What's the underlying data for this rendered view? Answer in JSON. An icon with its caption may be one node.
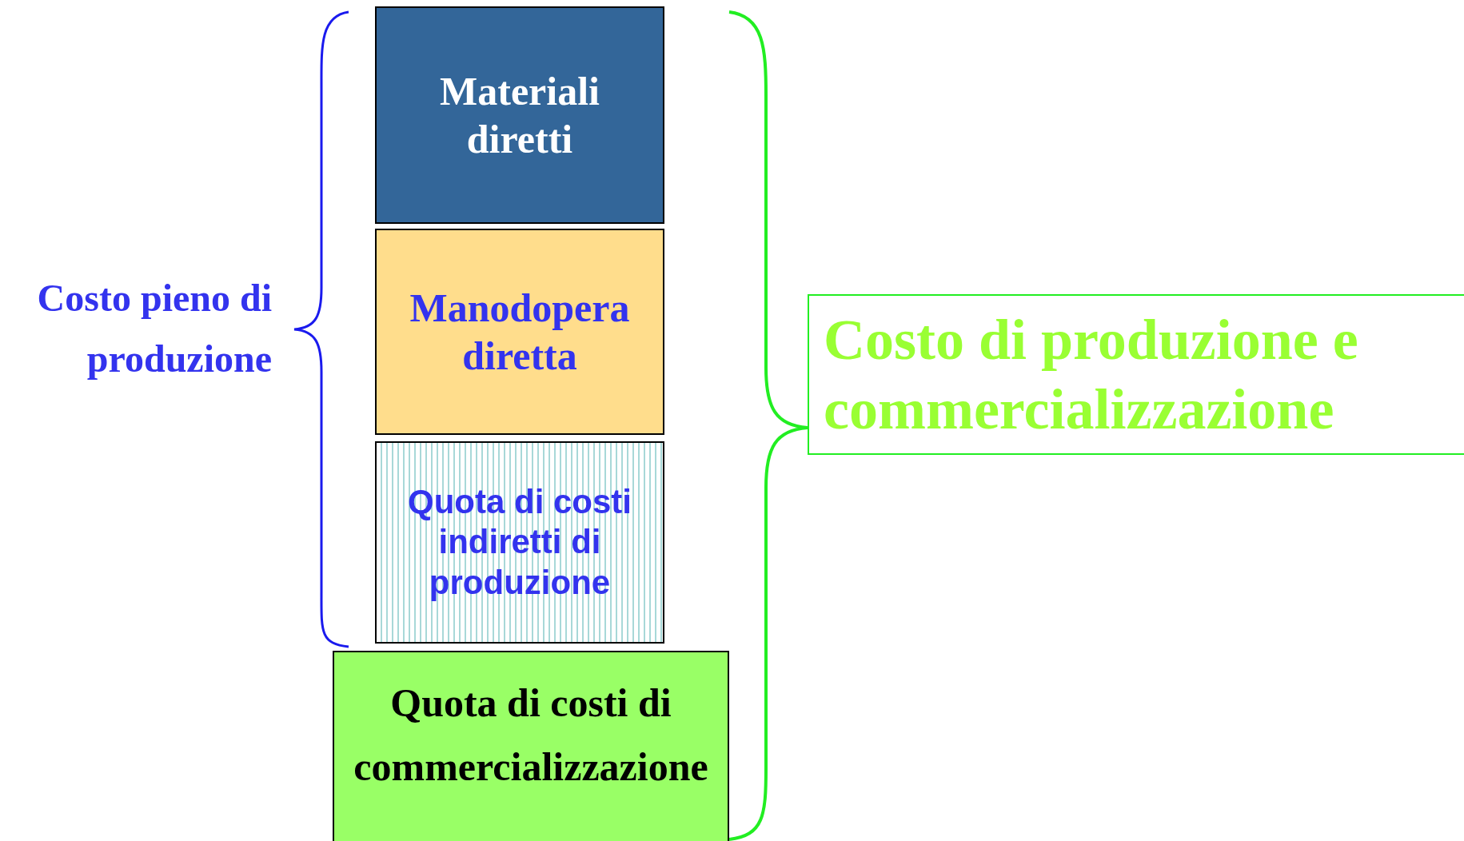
{
  "diagram": {
    "nodes": [
      {
        "text": [
          "Materiali diretti"
        ]
      },
      {
        "text": [
          "Manodopera diretta"
        ]
      },
      {
        "text": [
          "Quota di costi indiretti di produzione"
        ]
      },
      {
        "text": [
          "Quota di costi di commercializzazione"
        ]
      },
      {
        "text": [
          "Costo di produzione e commercializzazione"
        ]
      }
    ],
    "edges": [],
    "labels": [
      "Costo pieno di produzione"
    ]
  }
}
